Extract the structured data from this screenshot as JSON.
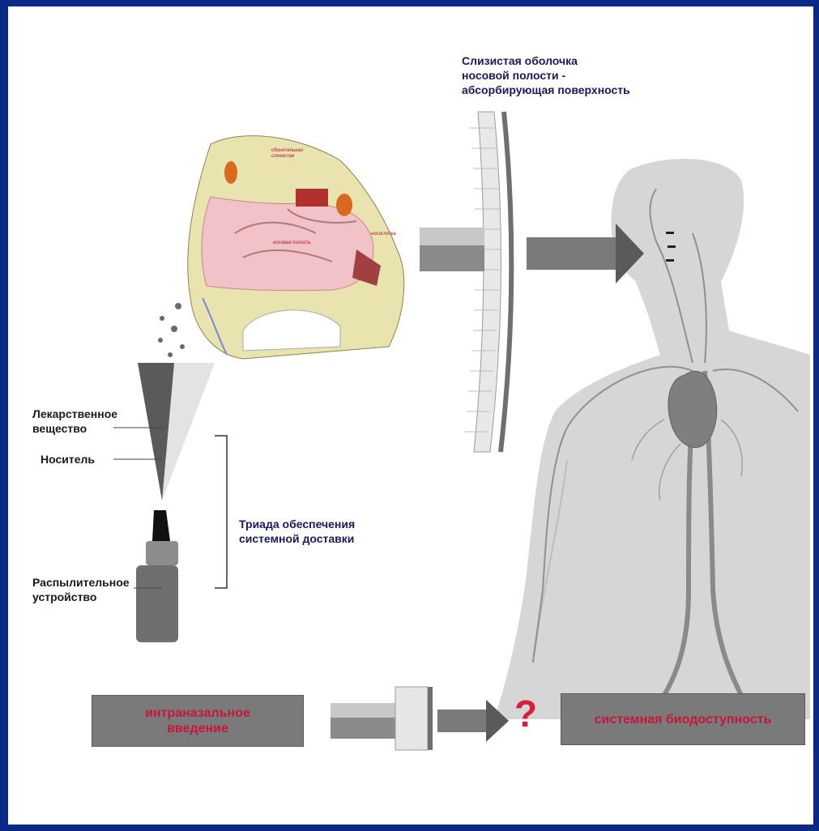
{
  "labels": {
    "mucosa": "Слизистая оболочка\nносовой полости -\nабсорбирующая поверхность",
    "drug": "Лекарственное\nвещество",
    "carrier": "Носитель",
    "triad": "Триада обеспечения\nсистемной доставки",
    "sprayer": "Распылительное\nустройство"
  },
  "anatomy_labels": {
    "olfactory": "обонятельная\nслизистая",
    "nasal_cavity": "носовая полость",
    "nasopharynx": "носоглотка"
  },
  "bottom": {
    "left_box": "интраназальное\nвведение",
    "question": "?",
    "right_box": "системная биодоступность"
  },
  "colors": {
    "frame": "#0b2a86",
    "box_fill": "#7a7a7a",
    "accent_red": "#d81c3c",
    "label_navy": "#1a1a5a"
  }
}
